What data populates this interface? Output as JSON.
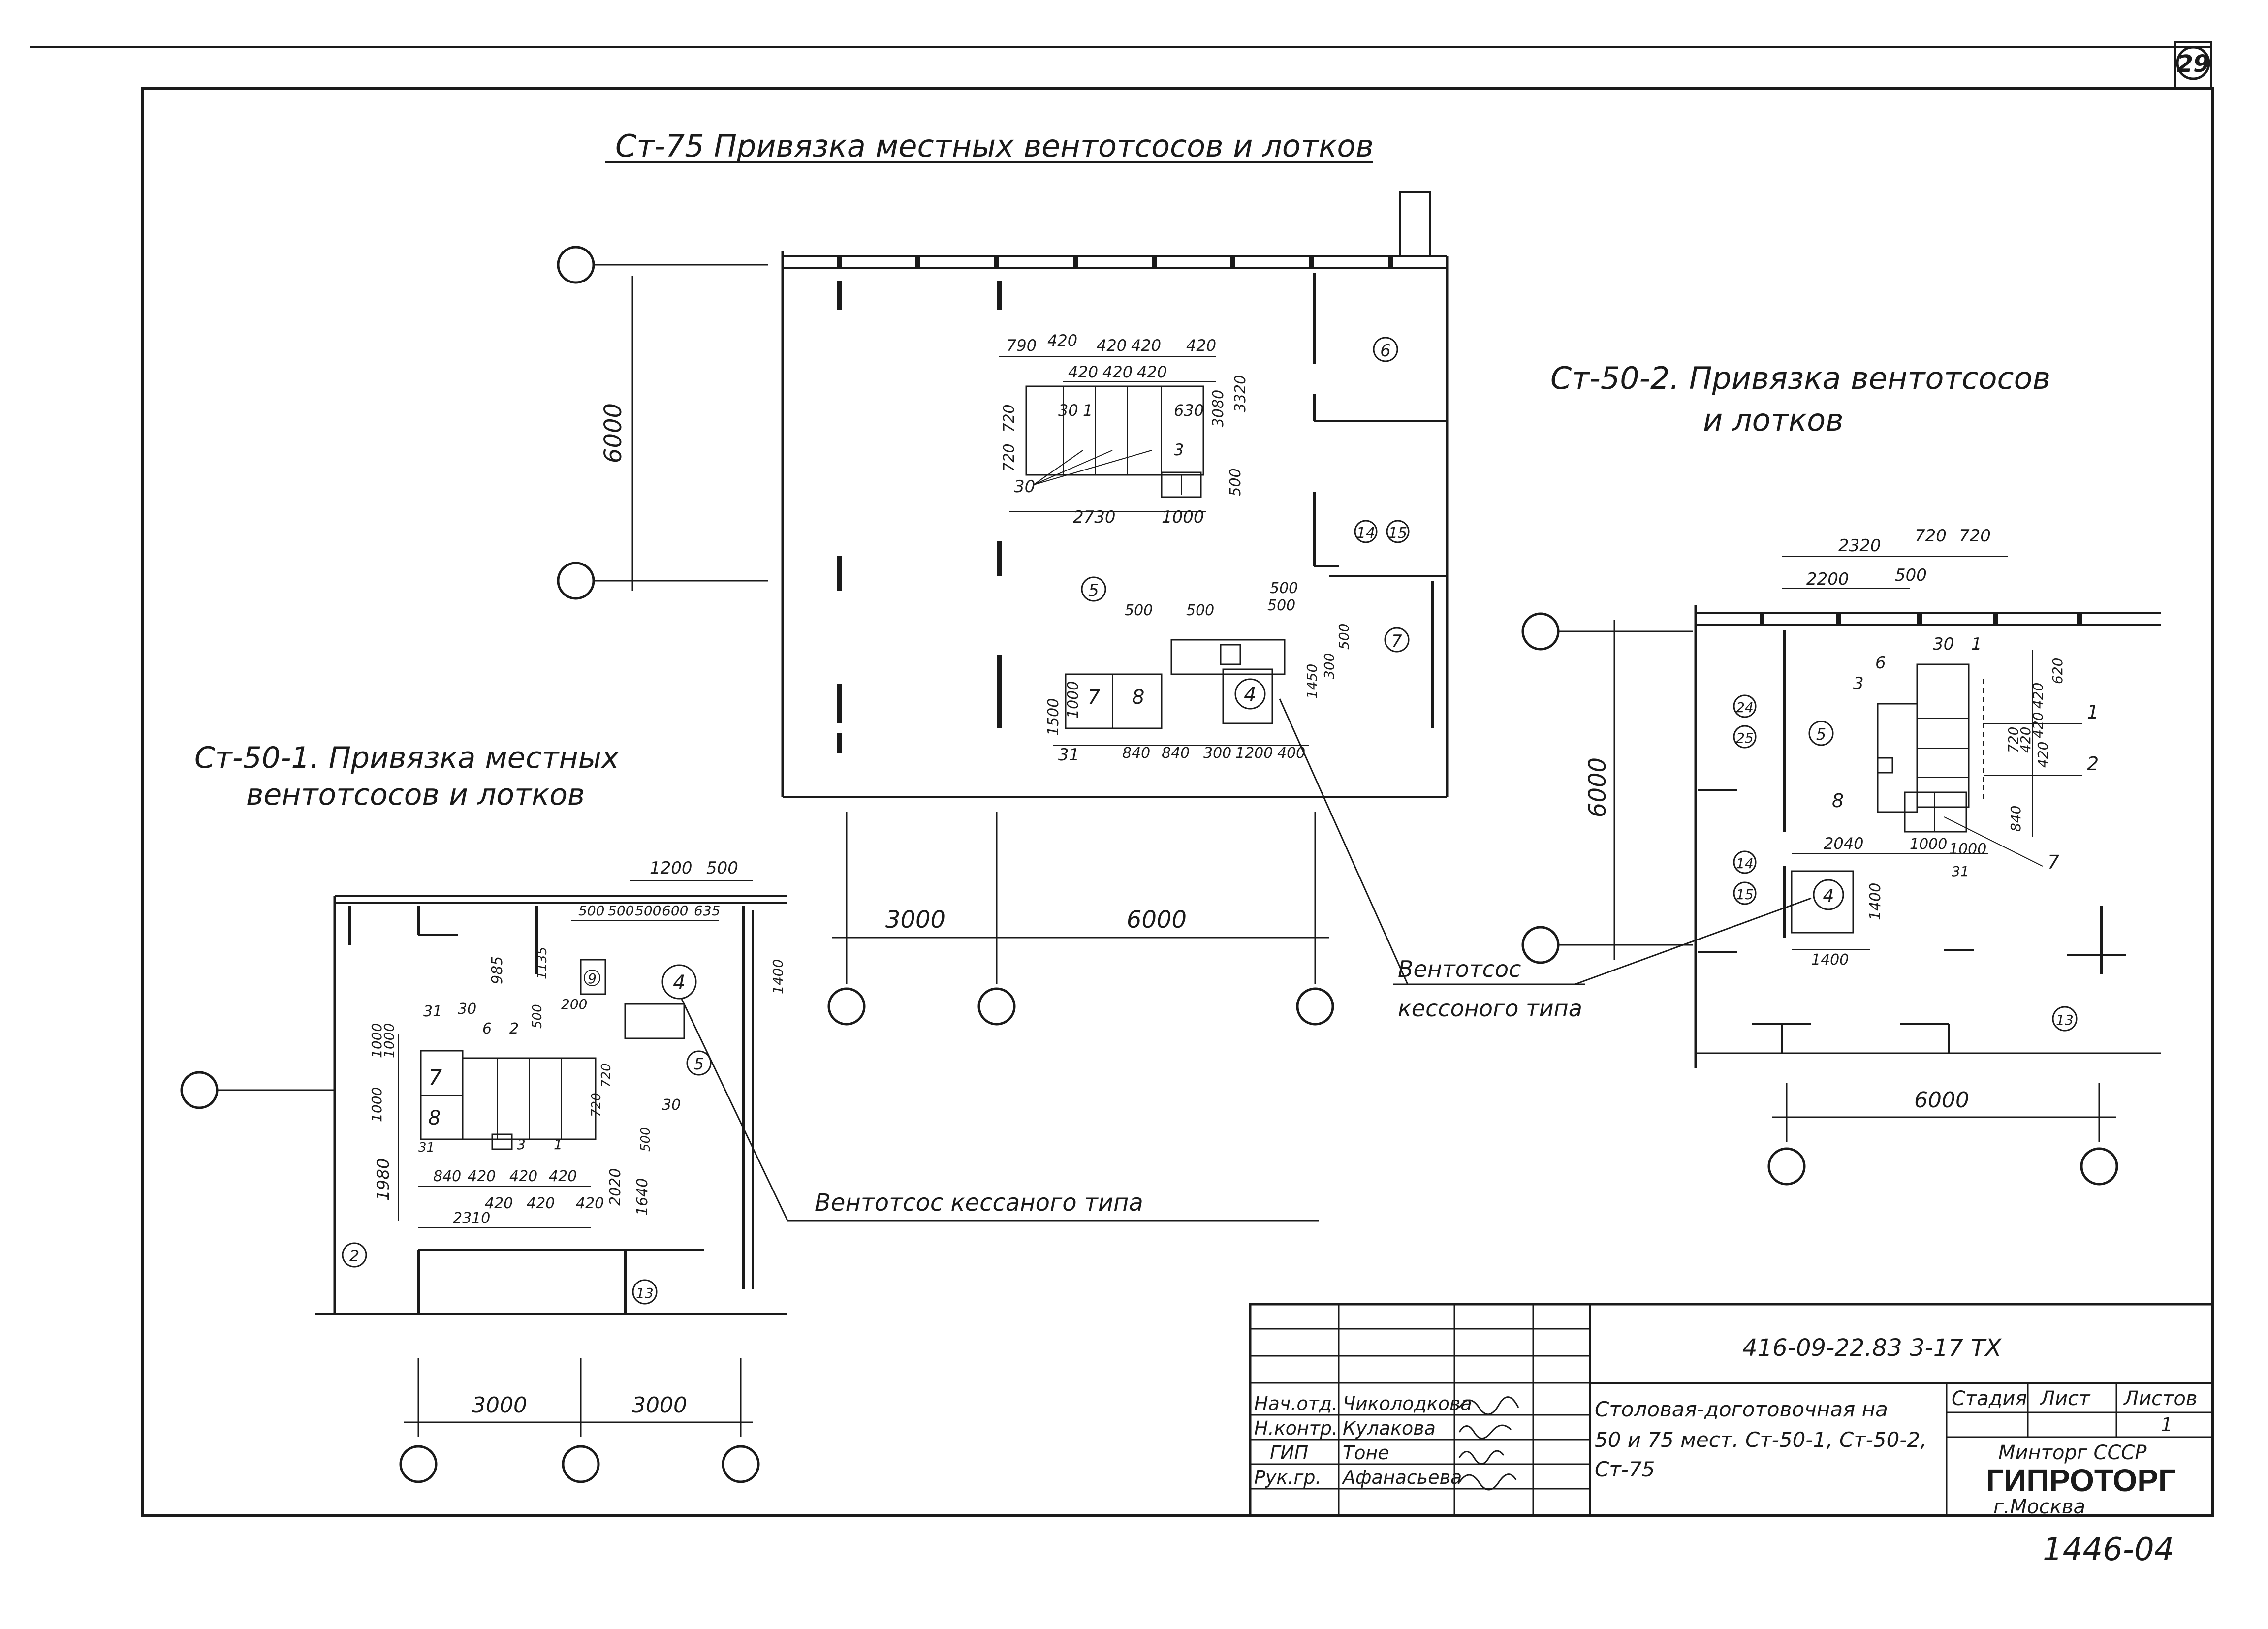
{
  "sheet_number": "29",
  "inventory_number": "1446-04",
  "titles": {
    "st75": "Ст-75   Привязка местных вентотсосов и лотков",
    "st50_2_line1": "Ст-50-2. Привязка вентотсосов",
    "st50_2_line2": "и лотков",
    "st50_1_line1": "Ст-50-1. Привязка местных",
    "st50_1_line2": "вентотсосов и лотков"
  },
  "callouts": {
    "ventotsos_kesson_1": "Вентотсос",
    "ventotsos_kesson_2": "кессоного типа",
    "ventotsos_kesson_full": "Вентотсос кессаного типа"
  },
  "st75": {
    "dims": {
      "axis_v": "6000",
      "axis_h1": "3000",
      "axis_h2": "6000",
      "top_row": [
        "790",
        "420",
        "420",
        "420",
        "420"
      ],
      "second_row": [
        "420",
        "420",
        "420"
      ],
      "right_v": [
        "3080",
        "3320"
      ],
      "left_v": [
        "720",
        "720"
      ],
      "bottom": [
        "2730",
        "1000"
      ],
      "small_500": "500",
      "lower_top": [
        "500",
        "500",
        "500"
      ],
      "lower_right": [
        "1450",
        "300",
        "500"
      ],
      "lower_left": [
        "1500",
        "1000"
      ],
      "lower_bottom": [
        "840",
        "840",
        "300",
        "1200",
        "400"
      ],
      "n630": "630"
    },
    "labels": {
      "a": "30",
      "b": "1",
      "c": "3",
      "d": "31",
      "e": "7",
      "f": "8",
      "g": "4"
    },
    "rooms": [
      "6",
      "14",
      "15",
      "5",
      "7"
    ]
  },
  "st50_2": {
    "dims": {
      "axis_v": "6000",
      "axis_h": "6000",
      "top1": [
        "2320",
        "720",
        "720"
      ],
      "top2": [
        "2200",
        "500"
      ],
      "right": [
        "620",
        "420",
        "420",
        "720",
        "420",
        "420",
        "840"
      ],
      "bottom": [
        "2040",
        "1000",
        "1000"
      ],
      "pit": [
        "1400",
        "1400"
      ]
    },
    "labels": {
      "a": "30",
      "b": "1",
      "c": "6",
      "d": "3",
      "e": "1",
      "f": "2",
      "g": "8",
      "h": "7",
      "i": "31",
      "j": "4"
    },
    "rooms": [
      "24",
      "25",
      "5",
      "14",
      "15",
      "13"
    ]
  },
  "st50_1": {
    "dims": {
      "axis_h1": "3000",
      "axis_h2": "3000",
      "top1": [
        "1200",
        "500"
      ],
      "top2": [
        "500",
        "500",
        "500",
        "600",
        "635"
      ],
      "left": [
        "985",
        "1135",
        "500",
        "200"
      ],
      "left2": [
        "1000",
        "1000",
        "1000",
        "1980"
      ],
      "right": [
        "720",
        "720",
        "1400",
        "2020",
        "1640",
        "500"
      ],
      "bottom1": [
        "840",
        "420",
        "420",
        "420"
      ],
      "bottom2": [
        "2310",
        "420",
        "420",
        "420"
      ]
    },
    "labels": {
      "a": "31",
      "b": "30",
      "c": "6",
      "d": "2",
      "e": "7",
      "f": "8",
      "g": "9",
      "h": "4",
      "i": "3",
      "j": "1",
      "k": "30",
      "l": "31"
    },
    "rooms": [
      "5",
      "2",
      "13"
    ]
  },
  "title_block": {
    "doc_code": "416-09-22.83   3-17 ТХ",
    "roles": [
      "Нач.отд.",
      "Н.контр.",
      "ГИП",
      "Рук.гр."
    ],
    "names": [
      "Чиколодкова",
      "Кулакова",
      "Тоне",
      "Афанасьева"
    ],
    "description_lines": [
      "Столовая-доготовочная на",
      "50 и 75 мест. Ст-50-1, Ст-50-2,",
      "Ст-75"
    ],
    "stage_header": "Стадия",
    "sheet_header": "Лист",
    "sheets_header": "Листов",
    "sheets_value": "1",
    "org_line1": "Минторг СССР",
    "org_line2": "ГИПРОТОРГ",
    "org_line3": "г.Москва"
  }
}
